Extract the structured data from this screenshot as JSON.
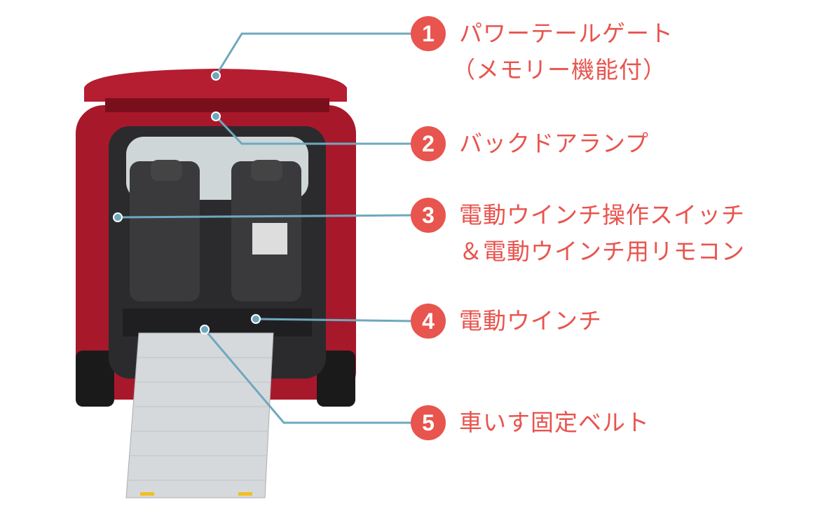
{
  "colors": {
    "accent": "#e8544e",
    "leader": "#6fa8be",
    "body": "#a8182b"
  },
  "callouts": [
    {
      "number": "1",
      "lines": [
        "パワーテールゲート",
        "（メモリー機能付）"
      ]
    },
    {
      "number": "2",
      "lines": [
        "バックドアランプ"
      ]
    },
    {
      "number": "3",
      "lines": [
        "電動ウインチ操作スイッチ",
        "＆電動ウインチ用リモコン"
      ]
    },
    {
      "number": "4",
      "lines": [
        "電動ウインチ"
      ]
    },
    {
      "number": "5",
      "lines": [
        "車いす固定ベルト"
      ]
    }
  ]
}
